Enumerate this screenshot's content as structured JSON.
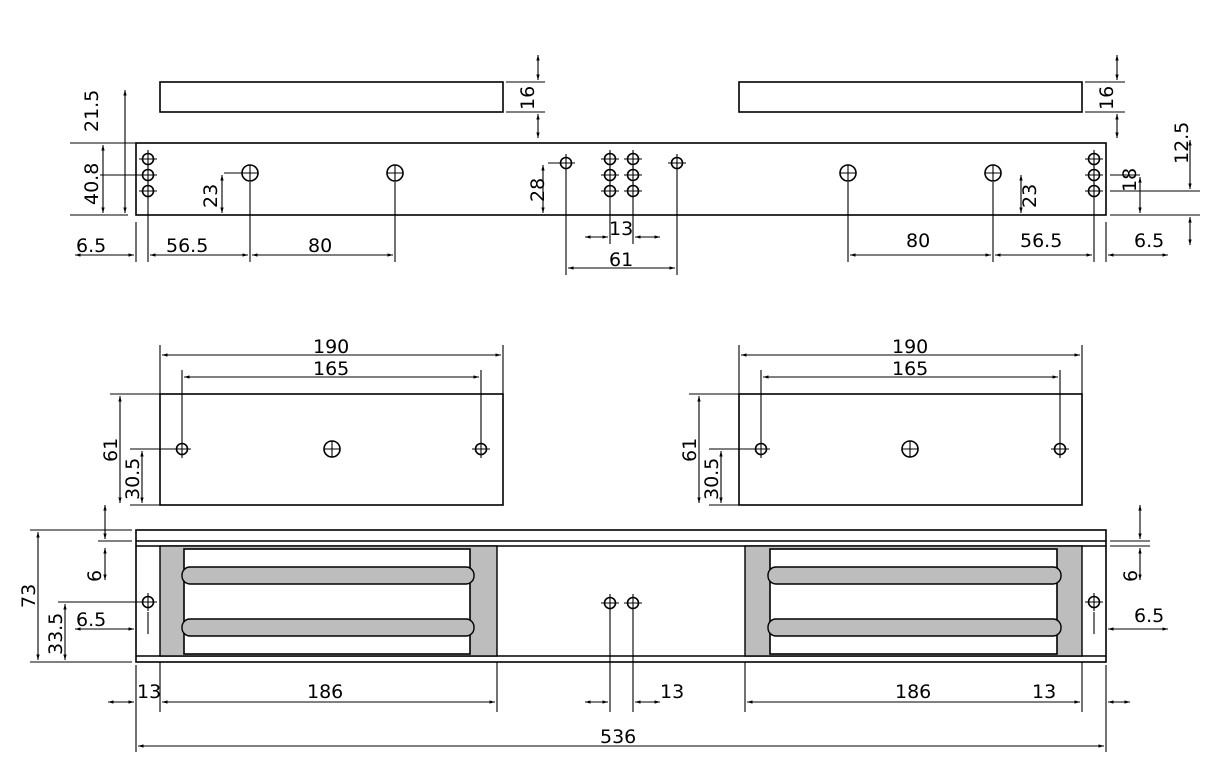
{
  "top_view": {
    "dims": [
      "21.5",
      "40.8",
      "16",
      "16",
      "23",
      "28",
      "13",
      "61",
      "6.5",
      "56.5",
      "80",
      "80",
      "56.5",
      "6.5",
      "23",
      "18",
      "12.5"
    ]
  },
  "plate_views": {
    "left": {
      "width": "190",
      "hole_spacing": "165",
      "height": "61",
      "half_height": "30.5"
    },
    "right": {
      "width": "190",
      "hole_spacing": "165",
      "height": "61",
      "half_height": "30.5"
    }
  },
  "bottom_view": {
    "height": "73",
    "hole_height": "33.5",
    "rail_left": "6",
    "rail_right": "6",
    "edge_left": "6.5",
    "edge_right": "6.5",
    "margin_left": "13",
    "magnet_left": "186",
    "center_spacing": "13",
    "magnet_right": "186",
    "margin_right": "13",
    "overall": "536"
  }
}
